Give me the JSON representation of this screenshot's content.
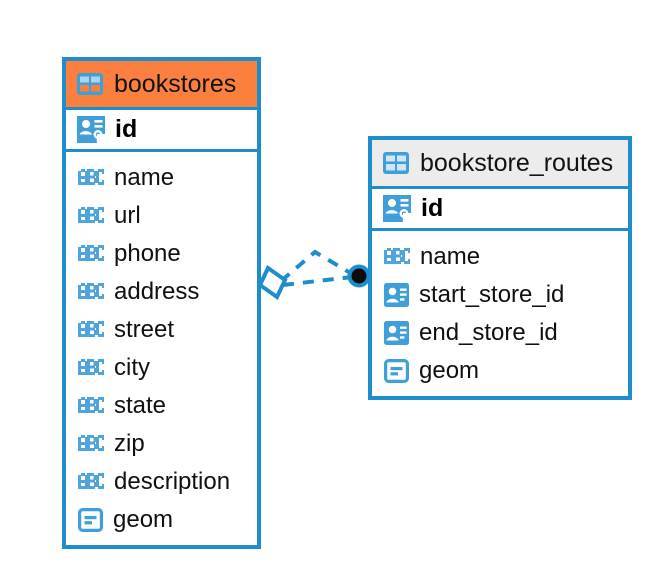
{
  "diagram": {
    "type": "entity-relationship-diagram",
    "accent_color": "#fb8040",
    "border_color": "#1d8dcc",
    "header_plain_color": "#ececec",
    "icon_color": "#3e9fd9",
    "text_color": "#101010"
  },
  "tables": [
    {
      "name": "bookstores",
      "header_icon": "table-grid-icon",
      "header_style": "accent",
      "primary_key": {
        "label": "id",
        "icon": "primary-key-icon"
      },
      "fields": [
        {
          "label": "name",
          "icon": "text-type-icon"
        },
        {
          "label": "url",
          "icon": "text-type-icon"
        },
        {
          "label": "phone",
          "icon": "text-type-icon"
        },
        {
          "label": "address",
          "icon": "text-type-icon"
        },
        {
          "label": "street",
          "icon": "text-type-icon"
        },
        {
          "label": "city",
          "icon": "text-type-icon"
        },
        {
          "label": "state",
          "icon": "text-type-icon"
        },
        {
          "label": "zip",
          "icon": "text-type-icon"
        },
        {
          "label": "description",
          "icon": "text-type-icon"
        },
        {
          "label": "geom",
          "icon": "geometry-type-icon"
        }
      ]
    },
    {
      "name": "bookstore_routes",
      "header_icon": "table-grid-icon",
      "header_style": "plain",
      "primary_key": {
        "label": "id",
        "icon": "primary-key-icon"
      },
      "fields": [
        {
          "label": "name",
          "icon": "text-type-icon"
        },
        {
          "label": "start_store_id",
          "icon": "foreign-key-icon"
        },
        {
          "label": "end_store_id",
          "icon": "foreign-key-icon"
        },
        {
          "label": "geom",
          "icon": "geometry-type-icon"
        }
      ]
    }
  ],
  "relationship": {
    "source_table": "bookstores",
    "target_table": "bookstore_routes",
    "source_marker": "diamond-open-marker",
    "target_marker": "filled-circle-marker",
    "line_style": "dashed",
    "line_color": "#1d8dcc",
    "cardinality_paths": 2
  }
}
